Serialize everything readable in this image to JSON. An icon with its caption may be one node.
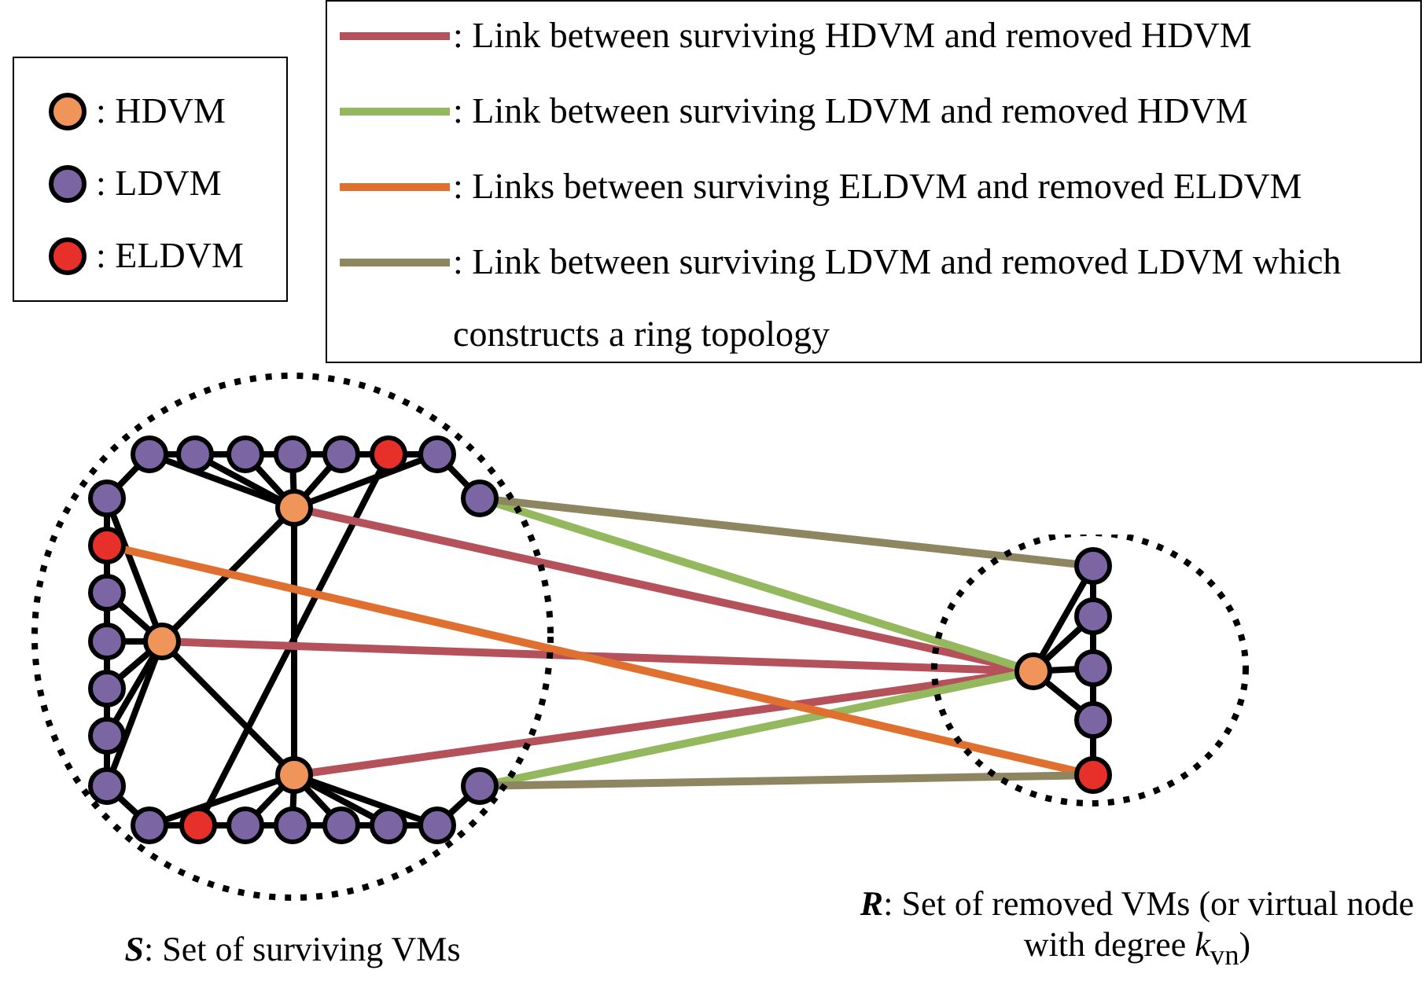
{
  "diagram": {
    "nodes": [
      {
        "text": [
          "**S**: Set of surviving VMs"
        ]
      },
      {
        "text": [
          "**R**: Set of removed VMs (or virtual node with degree *k*$_{vn}$)"
        ]
      },
      {
        "text": [],
        "shape": "circle",
        "in": 0
      },
      {
        "text": [],
        "shape": "circle",
        "in": 0
      },
      {
        "text": [],
        "shape": "circle",
        "in": 0
      },
      {
        "text": [],
        "shape": "circle",
        "in": 0
      },
      {
        "text": [],
        "shape": "circle",
        "in": 0
      },
      {
        "text": [],
        "shape": "circle",
        "in": 0
      },
      {
        "text": [],
        "shape": "circle",
        "in": 0
      },
      {
        "text": [],
        "shape": "circle",
        "in": 0
      },
      {
        "text": [],
        "shape": "circle",
        "in": 0
      },
      {
        "text": [],
        "shape": "circle",
        "in": 0
      },
      {
        "text": [],
        "shape": "circle",
        "in": 0
      },
      {
        "text": [],
        "shape": "circle",
        "in": 0
      },
      {
        "text": [],
        "shape": "circle",
        "in": 0
      },
      {
        "text": [],
        "shape": "circle",
        "in": 0
      },
      {
        "text": [],
        "shape": "circle",
        "in": 0
      },
      {
        "text": [],
        "shape": "circle",
        "in": 0
      },
      {
        "text": [],
        "shape": "circle",
        "in": 0
      },
      {
        "text": [],
        "shape": "circle",
        "in": 0
      },
      {
        "text": [],
        "shape": "circle",
        "in": 0
      },
      {
        "text": [],
        "shape": "circle",
        "in": 0
      },
      {
        "text": [],
        "shape": "circle",
        "in": 0
      },
      {
        "text": [],
        "shape": "circle",
        "in": 0
      },
      {
        "text": [],
        "shape": "circle",
        "in": 0
      },
      {
        "text": [],
        "shape": "circle",
        "in": 0
      },
      {
        "text": [],
        "shape": "circle",
        "in": 0
      },
      {
        "text": [],
        "shape": "circle",
        "in": 0
      },
      {
        "text": [],
        "shape": "circle",
        "in": 1
      },
      {
        "text": [],
        "shape": "circle",
        "in": 1
      },
      {
        "text": [],
        "shape": "circle",
        "in": 1
      },
      {
        "text": [],
        "shape": "circle",
        "in": 1
      },
      {
        "text": [],
        "shape": "circle",
        "in": 1
      },
      {
        "text": [],
        "shape": "circle",
        "in": 1
      }
    ],
    "edges": [
      {
        "from": 2,
        "to": 3,
        "arrow": "none"
      },
      {
        "from": 3,
        "to": 4,
        "arrow": "none"
      },
      {
        "from": 4,
        "to": 5,
        "arrow": "none"
      },
      {
        "from": 5,
        "to": 6,
        "arrow": "none"
      },
      {
        "from": 6,
        "to": 7,
        "arrow": "none"
      },
      {
        "from": 7,
        "to": 8,
        "arrow": "none"
      },
      {
        "from": 8,
        "to": 9,
        "arrow": "none"
      },
      {
        "from": 2,
        "to": 10,
        "arrow": "none"
      },
      {
        "from": 10,
        "to": 11,
        "arrow": "none"
      },
      {
        "from": 11,
        "to": 12,
        "arrow": "none"
      },
      {
        "from": 12,
        "to": 13,
        "arrow": "none"
      },
      {
        "from": 13,
        "to": 14,
        "arrow": "none"
      },
      {
        "from": 14,
        "to": 15,
        "arrow": "none"
      },
      {
        "from": 15,
        "to": 16,
        "arrow": "none"
      },
      {
        "from": 16,
        "to": 20,
        "arrow": "none"
      },
      {
        "from": 20,
        "to": 21,
        "arrow": "none"
      },
      {
        "from": 21,
        "to": 22,
        "arrow": "none"
      },
      {
        "from": 22,
        "to": 23,
        "arrow": "none"
      },
      {
        "from": 23,
        "to": 24,
        "arrow": "none"
      },
      {
        "from": 24,
        "to": 25,
        "arrow": "none"
      },
      {
        "from": 25,
        "to": 26,
        "arrow": "none"
      },
      {
        "from": 26,
        "to": 27,
        "arrow": "none"
      },
      {
        "from": 17,
        "to": 2,
        "arrow": "none"
      },
      {
        "from": 17,
        "to": 3,
        "arrow": "none"
      },
      {
        "from": 17,
        "to": 4,
        "arrow": "none"
      },
      {
        "from": 17,
        "to": 5,
        "arrow": "none"
      },
      {
        "from": 17,
        "to": 6,
        "arrow": "none"
      },
      {
        "from": 17,
        "to": 8,
        "arrow": "none"
      },
      {
        "from": 17,
        "to": 19,
        "arrow": "none"
      },
      {
        "from": 17,
        "to": 18,
        "arrow": "none"
      },
      {
        "from": 18,
        "to": 19,
        "arrow": "none"
      },
      {
        "from": 7,
        "to": 21,
        "arrow": "none"
      },
      {
        "from": 18,
        "to": 10,
        "arrow": "none"
      },
      {
        "from": 18,
        "to": 12,
        "arrow": "none"
      },
      {
        "from": 18,
        "to": 13,
        "arrow": "none"
      },
      {
        "from": 18,
        "to": 14,
        "arrow": "none"
      },
      {
        "from": 18,
        "to": 15,
        "arrow": "none"
      },
      {
        "from": 18,
        "to": 16,
        "arrow": "none"
      },
      {
        "from": 19,
        "to": 20,
        "arrow": "none"
      },
      {
        "from": 19,
        "to": 22,
        "arrow": "none"
      },
      {
        "from": 19,
        "to": 23,
        "arrow": "none"
      },
      {
        "from": 19,
        "to": 24,
        "arrow": "none"
      },
      {
        "from": 19,
        "to": 25,
        "arrow": "none"
      },
      {
        "from": 19,
        "to": 26,
        "arrow": "none"
      },
      {
        "from": 28,
        "to": 29,
        "arrow": "none"
      },
      {
        "from": 28,
        "to": 30,
        "arrow": "none"
      },
      {
        "from": 28,
        "to": 31,
        "arrow": "none"
      },
      {
        "from": 28,
        "to": 32,
        "arrow": "none"
      },
      {
        "from": 29,
        "to": 30,
        "arrow": "none"
      },
      {
        "from": 30,
        "to": 31,
        "arrow": "none"
      },
      {
        "from": 31,
        "to": 32,
        "arrow": "none"
      },
      {
        "from": 32,
        "to": 33,
        "arrow": "none"
      },
      {
        "from": 17,
        "to": 28,
        "arrow": "none",
        "color": "#b5515a"
      },
      {
        "from": 18,
        "to": 28,
        "arrow": "none",
        "color": "#b5515a"
      },
      {
        "from": 19,
        "to": 28,
        "arrow": "none",
        "color": "#b5515a"
      },
      {
        "from": 9,
        "to": 28,
        "arrow": "none",
        "color": "#93b85d"
      },
      {
        "from": 27,
        "to": 28,
        "arrow": "none",
        "color": "#93b85d"
      },
      {
        "from": 11,
        "to": 33,
        "arrow": "none",
        "color": "#e07030"
      },
      {
        "from": 9,
        "to": 29,
        "arrow": "none",
        "color": "#8d8660"
      },
      {
        "from": 27,
        "to": 33,
        "arrow": "none",
        "color": "#8d8660"
      }
    ],
    "legend": [
      {
        "text": ": HDVM",
        "color": "#f0955a"
      },
      {
        "text": ": LDVM",
        "color": "#7b66a3"
      },
      {
        "text": ": ELDVM",
        "color": "#e8302a"
      },
      {
        "text": ": Link between surviving HDVM and removed HDVM"
      },
      {
        "text": ": Link between surviving LDVM and removed HDVM"
      },
      {
        "text": ": Links between surviving ELDVM and removed ELDVM"
      },
      {
        "text": ": Link between surviving LDVM and removed LDVM which constructs a ring topology"
      }
    ]
  }
}
